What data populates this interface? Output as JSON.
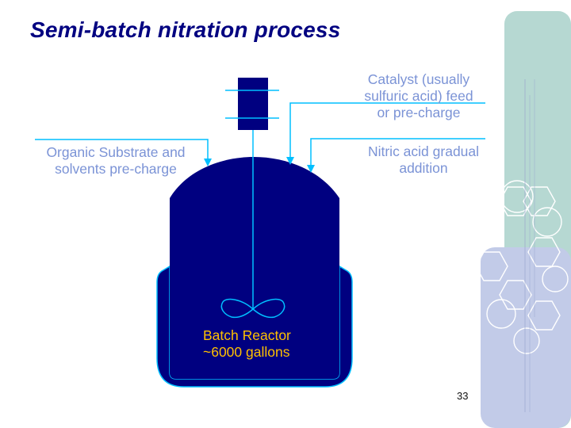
{
  "slide": {
    "title": "Semi-batch nitration process",
    "page_number": "33"
  },
  "diagram": {
    "catalyst_label": [
      "Catalyst (usually",
      "sulfuric acid) feed",
      "or pre-charge"
    ],
    "organic_label": [
      "Organic Substrate and",
      "solvents pre-charge"
    ],
    "nitric_label": [
      "Nitric acid gradual",
      "addition"
    ],
    "reactor_label": [
      "Batch Reactor",
      "~6000 gallons"
    ]
  },
  "colors": {
    "reactor_fill": "#000080",
    "line": "#00bfff",
    "label_text": "#7b93d6",
    "reactor_text": "#ffc000",
    "title": "#000080",
    "decor_teal": "#b6d8d2",
    "decor_blue": "#c2cbe8"
  },
  "icons": [
    "reactor-vessel-icon",
    "agitator-impeller-icon",
    "motor-icon",
    "hexagon-decor-icon"
  ]
}
